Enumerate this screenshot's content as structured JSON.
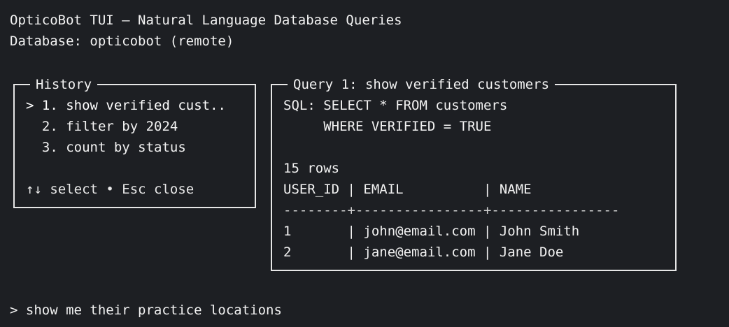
{
  "app": {
    "title": "OpticoBot TUI — Natural Language Database Queries",
    "database": "Database: opticobot (remote)"
  },
  "history": {
    "title": "History",
    "items": [
      {
        "label": "> 1. show verified cust..",
        "selected": true
      },
      {
        "label": "  2. filter by 2024",
        "selected": false
      },
      {
        "label": "  3. count by status",
        "selected": false
      }
    ],
    "hint": "↑↓ select • Esc close"
  },
  "query": {
    "title": "Query 1: show verified customers",
    "sql_line1": "SQL: SELECT * FROM customers",
    "sql_line2": "     WHERE VERIFIED = TRUE",
    "row_count": "15 rows",
    "header": "USER_ID | EMAIL          | NAME",
    "divider": "--------+----------------+----------------",
    "rows": [
      "1       | john@email.com | John Smith",
      "2       | jane@email.com | Jane Doe"
    ]
  },
  "prompt": {
    "symbol": "> ",
    "value": "show me their practice locations"
  }
}
